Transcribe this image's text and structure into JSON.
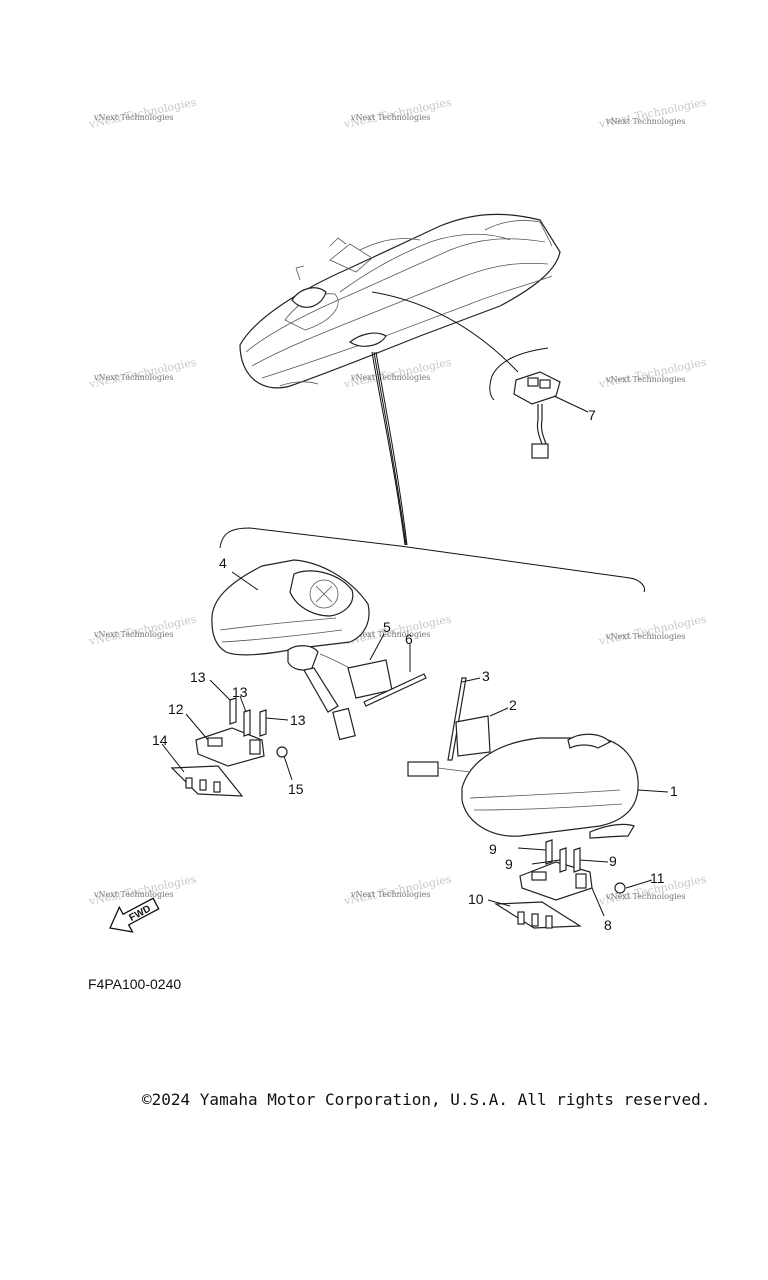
{
  "watermark_text": "vNext Technologies",
  "callouts": [
    {
      "id": "1",
      "label": "1"
    },
    {
      "id": "2",
      "label": "2"
    },
    {
      "id": "3",
      "label": "3"
    },
    {
      "id": "4",
      "label": "4"
    },
    {
      "id": "5",
      "label": "5"
    },
    {
      "id": "6",
      "label": "6"
    },
    {
      "id": "7",
      "label": "7"
    },
    {
      "id": "8",
      "label": "8"
    },
    {
      "id": "9a",
      "label": "9"
    },
    {
      "id": "9b",
      "label": "9"
    },
    {
      "id": "9c",
      "label": "9"
    },
    {
      "id": "10",
      "label": "10"
    },
    {
      "id": "11",
      "label": "11"
    },
    {
      "id": "12",
      "label": "12"
    },
    {
      "id": "13a",
      "label": "13"
    },
    {
      "id": "13b",
      "label": "13"
    },
    {
      "id": "13c",
      "label": "13"
    },
    {
      "id": "14",
      "label": "14"
    },
    {
      "id": "15",
      "label": "15"
    }
  ],
  "fwd_label": "FWD",
  "diagram_code": "F4PA100-0240",
  "copyright": "©2024 Yamaha Motor Corporation, U.S.A. All rights reserved."
}
